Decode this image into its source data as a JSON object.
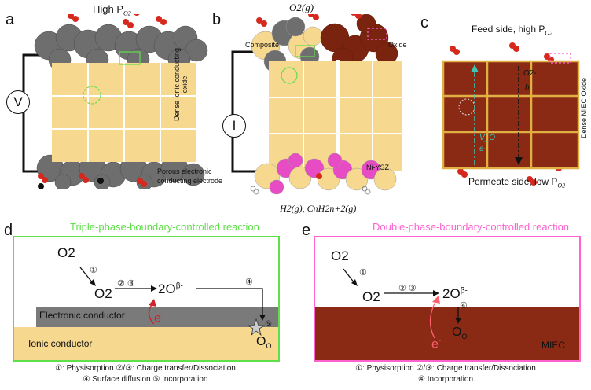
{
  "panel_a": {
    "letter": "a",
    "top_label": "High P",
    "top_label_sub": "O2",
    "source_symbol": "V",
    "side_label": "Dense ionic conducting oxide",
    "bottom_label": "Porous electronic conducting electrode"
  },
  "panel_b": {
    "letter": "b",
    "top_label": "O2(g)",
    "source_symbol": "I",
    "label_composite": "Composite",
    "label_oxide": "Oxide",
    "label_ni_ysz": "Ni-YSZ",
    "bottom_label": "H2(g), CnH2n+2(g)"
  },
  "panel_c": {
    "letter": "c",
    "top_label": "Feed side, high P",
    "top_label_sub": "O2",
    "bottom_label": "Permeate side, low P",
    "bottom_label_sub": "O2",
    "side_label": "Dense MIEC Oxide",
    "species_o": "O2-",
    "species_h": "h",
    "species_v": "V_O",
    "species_e": "e-"
  },
  "panel_d": {
    "letter": "d",
    "title": "Triple-phase-boundary-controlled reaction",
    "o2_top": "O2",
    "step1": "①",
    "steps23": "② ③",
    "o2_mid": "O2",
    "two_o": "2O",
    "two_o_sup": "β-",
    "step4": "④",
    "electron": "e",
    "electron_sup": "-",
    "step5": "⑤",
    "oo": "O",
    "oo_sub": "O",
    "electronic_label": "Electronic conductor",
    "ionic_label": "Ionic conductor",
    "legend_line1": "①: Physisorption ②/③: Charge transfer/Dissociation",
    "legend_line2": "④ Surface diffusion ⑤ Incorporation"
  },
  "panel_e": {
    "letter": "e",
    "title": "Double-phase-boundary-controlled reaction",
    "o2_top": "O2",
    "step1": "①",
    "steps23": "② ③",
    "o2_mid": "O2",
    "two_o": "2O",
    "two_o_sup": "β-",
    "step4": "④",
    "electron": "e",
    "electron_sup": "-",
    "oo": "O",
    "oo_sub": "O",
    "miec_label": "MIEC",
    "legend_line1": "①: Physisorption ②/③: Charge transfer/Dissociation",
    "legend_line2": "④ Incorporation"
  },
  "colors": {
    "ionic_oxide": "#f7d88f",
    "grid_line": "#ffffff",
    "electrode_grey": "#6e6e6e",
    "oxide_brown": "#7a2410",
    "miec_brown": "#8b2a14",
    "ni_pink": "#e84cc4",
    "green_box": "#5fe04a",
    "pink_box": "#ff63d0",
    "o2_red": "#d6281c",
    "gold_grid": "#e0b043",
    "cyan_arrow": "#3fc4b4",
    "red_arrow": "#d0232a"
  }
}
